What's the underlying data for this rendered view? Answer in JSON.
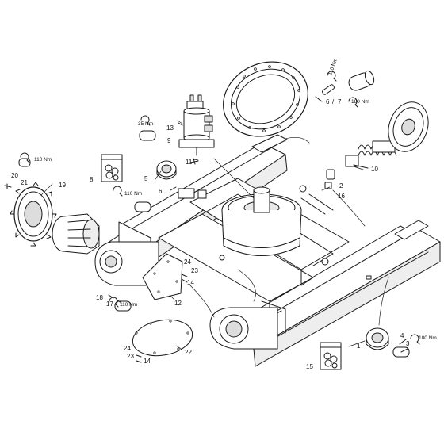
{
  "callouts": {
    "c1": "1",
    "c2": "2",
    "c3": "3",
    "c4": "4",
    "c5": "5",
    "c6": "6",
    "c7": "7",
    "c8": "8",
    "c9": "9",
    "c10": "10",
    "c11": "11",
    "c12": "12",
    "c13": "13",
    "c14": "14",
    "c15": "15",
    "c16": "16",
    "c17": "17",
    "c18": "18",
    "c19": "19",
    "c20": "20",
    "c21": "21",
    "c22": "22",
    "c23": "23",
    "c24": "24",
    "c6b": "6"
  },
  "slash": "/",
  "torques": {
    "t35": "35 Nm",
    "t110a": "110 Nm",
    "t110b": "110 Nm",
    "t110c": "110 Nm",
    "t110d": "110 Nm",
    "t180a": "180 Nm",
    "t180b": "180 Nm"
  },
  "colors": {
    "line": "#1a1a1a",
    "fill": "#ffffff",
    "shade": "#d8d8d8"
  }
}
